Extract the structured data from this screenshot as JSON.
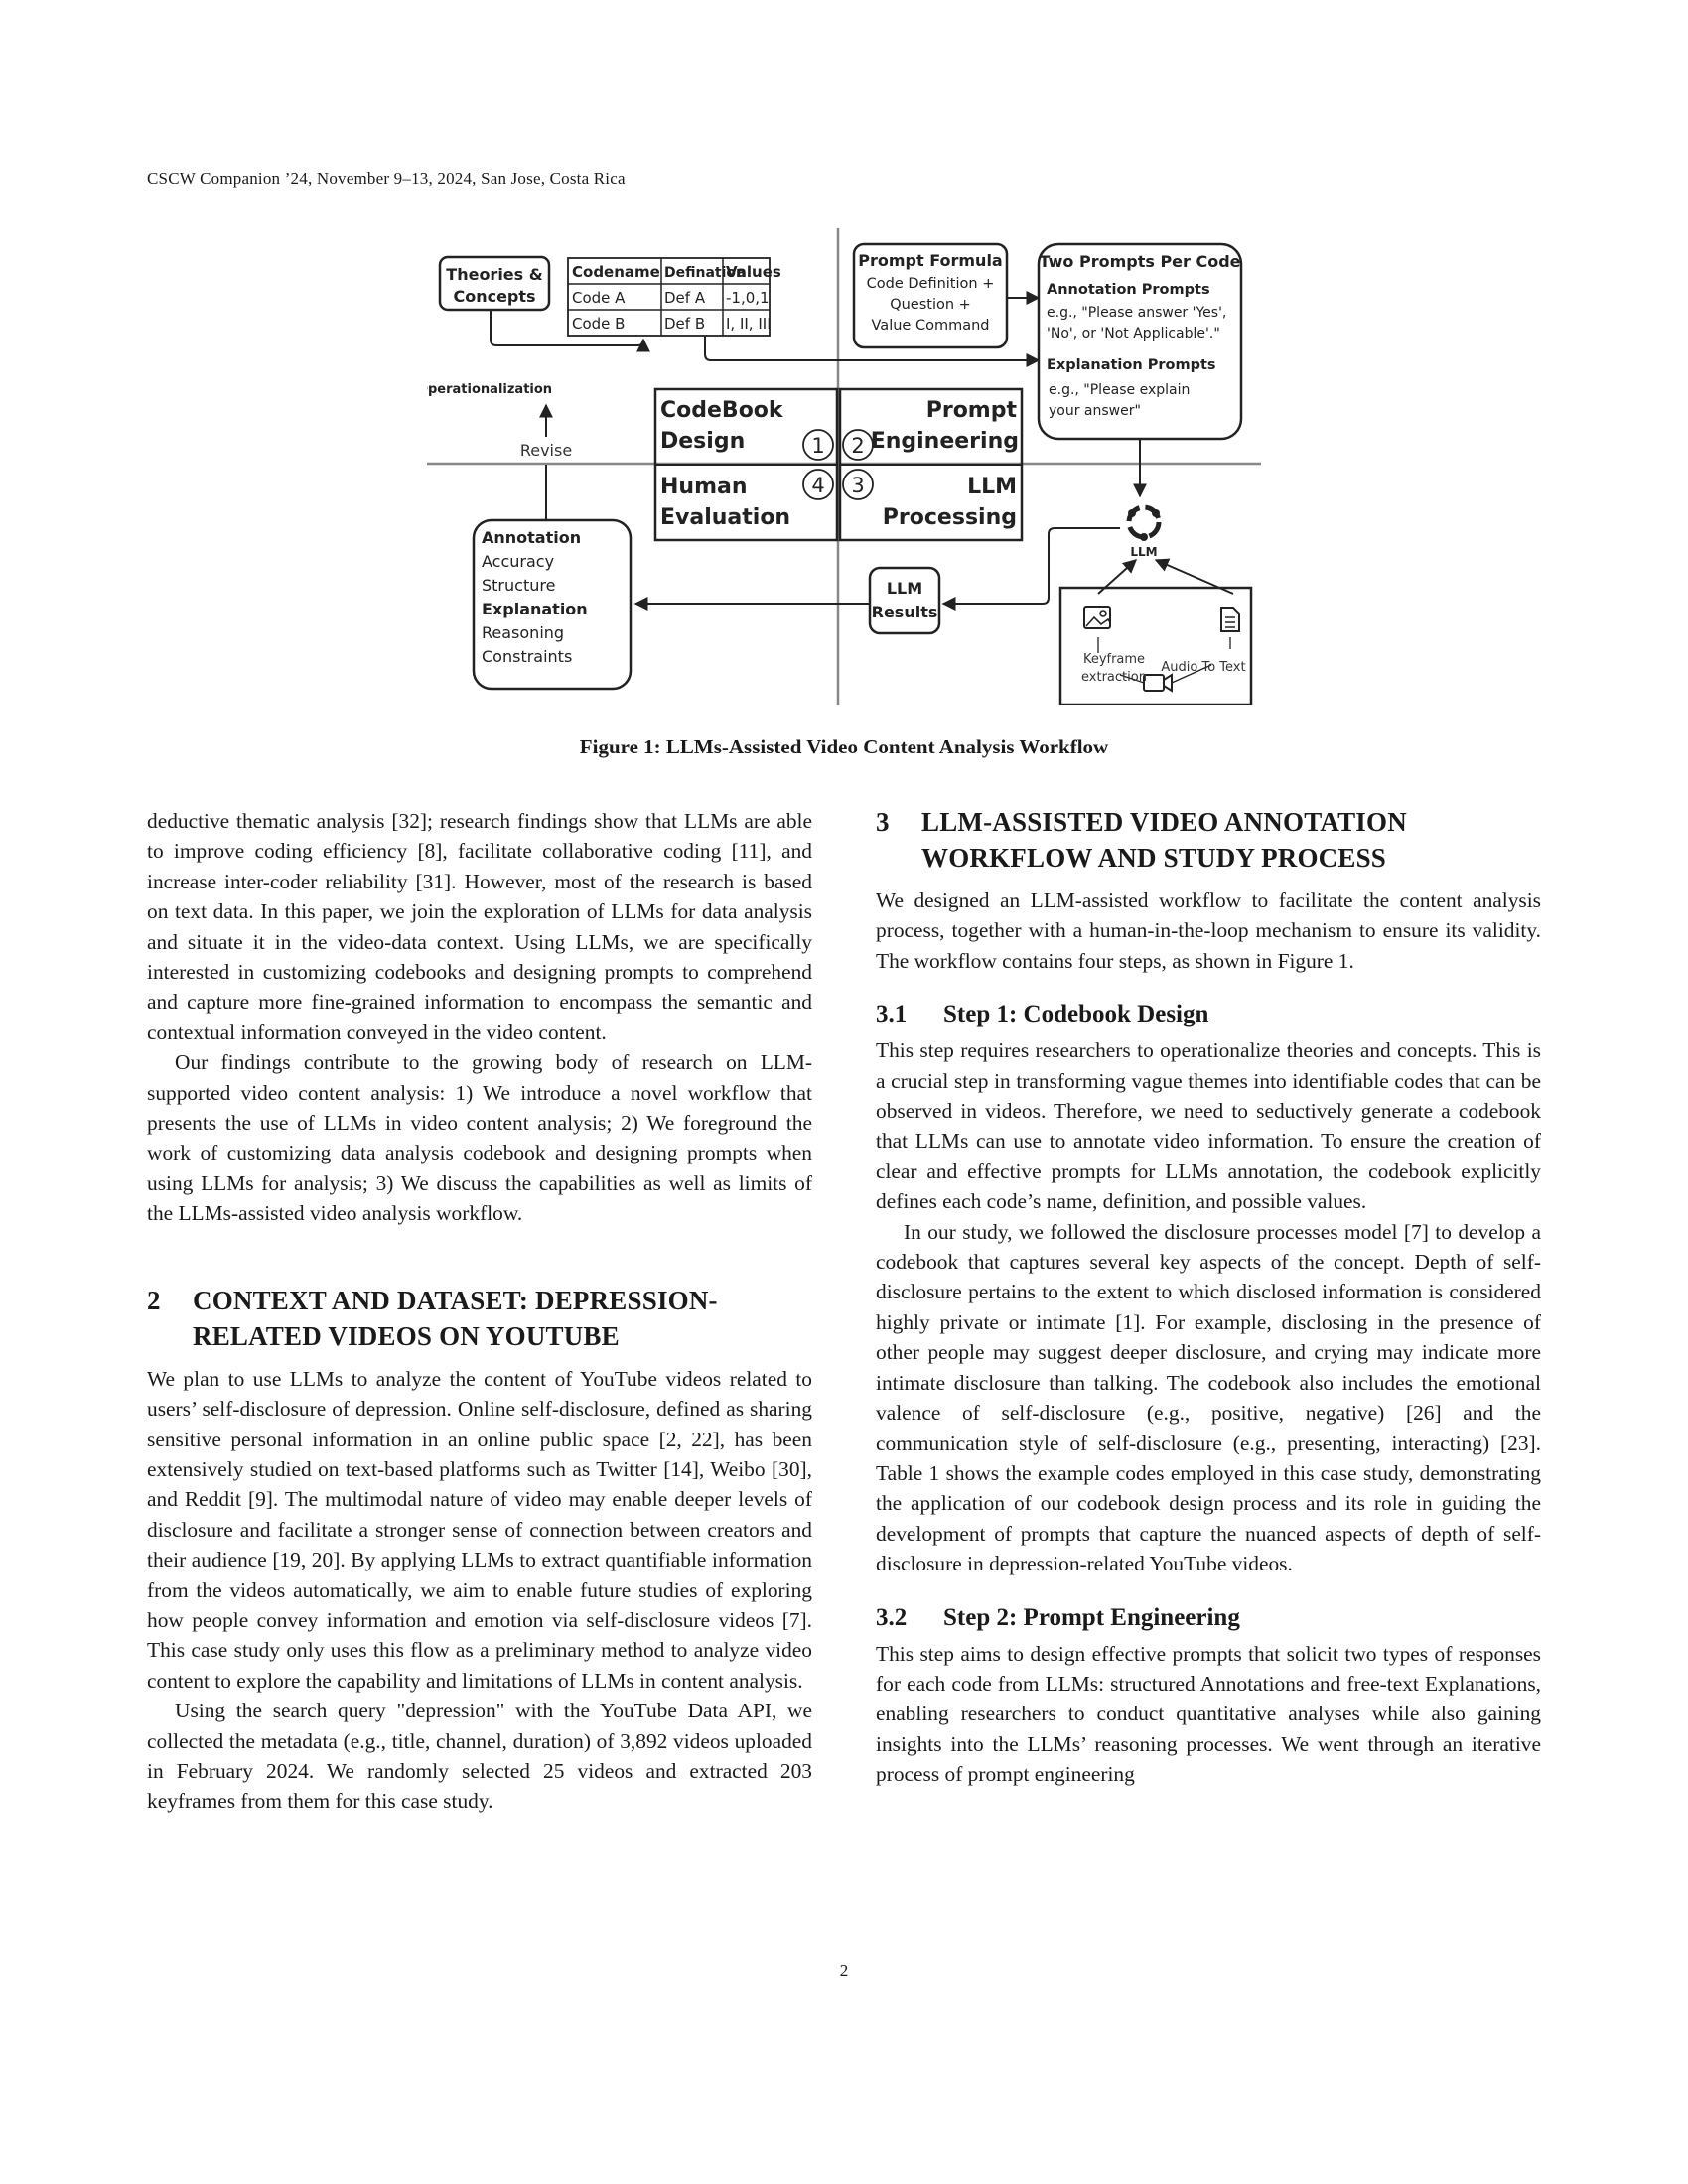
{
  "header": {
    "running": "CSCW Companion ’24, November 9–13, 2024, San Jose, Costa Rica"
  },
  "figure": {
    "theories": [
      "Theories &",
      "Concepts"
    ],
    "table": {
      "headers": [
        "Codename",
        "Defination",
        "Values"
      ],
      "rows": [
        [
          "Code A",
          "Def A",
          "-1,0,1"
        ],
        [
          "Code B",
          "Def B",
          "I, II, III"
        ]
      ]
    },
    "prompt_formula": {
      "title": "Prompt Formula",
      "lines": [
        "Code Definition +",
        "Question +",
        "Value Command"
      ]
    },
    "two_prompts": {
      "title": "Two Prompts Per Code",
      "annotation_title": "Annotation Prompts",
      "annotation_lines": [
        "e.g., \"Please answer 'Yes',",
        "'No', or 'Not Applicable'.\""
      ],
      "explanation_title": "Explanation Prompts",
      "explanation_lines": [
        "e.g., \"Please explain",
        "your answer\""
      ]
    },
    "operationalization": "Operationalization",
    "revise": "Revise",
    "quadrants": {
      "codebook": [
        "CodeBook",
        "Design"
      ],
      "prompt": [
        "Prompt",
        "Engineering"
      ],
      "human": [
        "Human",
        "Evaluation"
      ],
      "llm": [
        "LLM",
        "Processing"
      ]
    },
    "numbers": [
      "1",
      "2",
      "3",
      "4"
    ],
    "annotation_box": [
      "Annotation",
      "Accuracy",
      "Structure",
      "Explanation",
      "Reasoning",
      "Constraints"
    ],
    "llm_results": [
      "LLM",
      "Results"
    ],
    "llm_icon_label": "LLM",
    "keyframe": [
      "Keyframe",
      "extraction"
    ],
    "audio_to_text": "Audio To Text",
    "caption": "Figure 1: LLMs-Assisted Video Content Analysis Workflow"
  },
  "left": {
    "p1": "deductive thematic analysis [32]; research findings show that LLMs are able to improve coding efficiency [8], facilitate collaborative coding [11], and increase inter-coder reliability [31]. However, most of the research is based on text data. In this paper, we join the exploration of LLMs for data analysis and situate it in the video-data context. Using LLMs, we are specifically interested in customizing codebooks and designing prompts to comprehend and capture more fine-grained information to encompass the semantic and contextual information conveyed in the video content.",
    "p2": "Our findings contribute to the growing body of research on LLM-supported video content analysis: 1) We introduce a novel workflow that presents the use of LLMs in video content analysis; 2) We foreground the work of customizing data analysis codebook and designing prompts when using LLMs for analysis; 3) We discuss the capabilities as well as limits of the LLMs-assisted video analysis workflow.",
    "sec2_num": "2",
    "sec2_title": "CONTEXT AND DATASET: DEPRESSION-RELATED VIDEOS ON YOUTUBE",
    "p3": "We plan to use LLMs to analyze the content of YouTube videos related to users’ self-disclosure of depression. Online self-disclosure, defined as sharing sensitive personal information in an online public space [2, 22], has been extensively studied on text-based platforms such as Twitter [14], Weibo [30], and Reddit [9]. The multimodal nature of video may enable deeper levels of disclosure and facilitate a stronger sense of connection between creators and their audience [19, 20]. By applying LLMs to extract quantifiable information from the videos automatically, we aim to enable future studies of exploring how people convey information and emotion via self-disclosure videos [7]. This case study only uses this flow as a preliminary method to analyze video content to explore the capability and limitations of LLMs in content analysis.",
    "p4": "Using the search query \"depression\" with the YouTube Data API, we collected the metadata (e.g., title, channel, duration) of 3,892 videos uploaded in February 2024. We randomly selected 25 videos and extracted 203 keyframes from them for this case study."
  },
  "right": {
    "sec3_num": "3",
    "sec3_title": "LLM-ASSISTED VIDEO ANNOTATION WORKFLOW AND STUDY PROCESS",
    "p1": "We designed an LLM-assisted workflow to facilitate the content analysis process, together with a human-in-the-loop mechanism to ensure its validity. The workflow contains four steps, as shown in Figure 1.",
    "sub31_num": "3.1",
    "sub31_title": "Step 1: Codebook Design",
    "p2": "This step requires researchers to operationalize theories and concepts. This is a crucial step in transforming vague themes into identifiable codes that can be observed in videos. Therefore, we need to seductively generate a codebook that LLMs can use to annotate video information. To ensure the creation of clear and effective prompts for LLMs annotation, the codebook explicitly defines each code’s name, definition, and possible values.",
    "p3": "In our study, we followed the disclosure processes model [7] to develop a codebook that captures several key aspects of the concept. Depth of self-disclosure pertains to the extent to which disclosed information is considered highly private or intimate [1]. For example, disclosing in the presence of other people may suggest deeper disclosure, and crying may indicate more intimate disclosure than talking. The codebook also includes the emotional valence of self-disclosure (e.g., positive, negative) [26] and the communication style of self-disclosure (e.g., presenting, interacting) [23]. Table 1 shows the example codes employed in this case study, demonstrating the application of our codebook design process and its role in guiding the development of prompts that capture the nuanced aspects of depth of self-disclosure in depression-related YouTube videos.",
    "sub32_num": "3.2",
    "sub32_title": "Step 2: Prompt Engineering",
    "p4": "This step aims to design effective prompts that solicit two types of responses for each code from LLMs: structured Annotations and free-text Explanations, enabling researchers to conduct quantitative analyses while also gaining insights into the LLMs’ reasoning processes. We went through an iterative process of prompt engineering"
  },
  "page_number": "2"
}
